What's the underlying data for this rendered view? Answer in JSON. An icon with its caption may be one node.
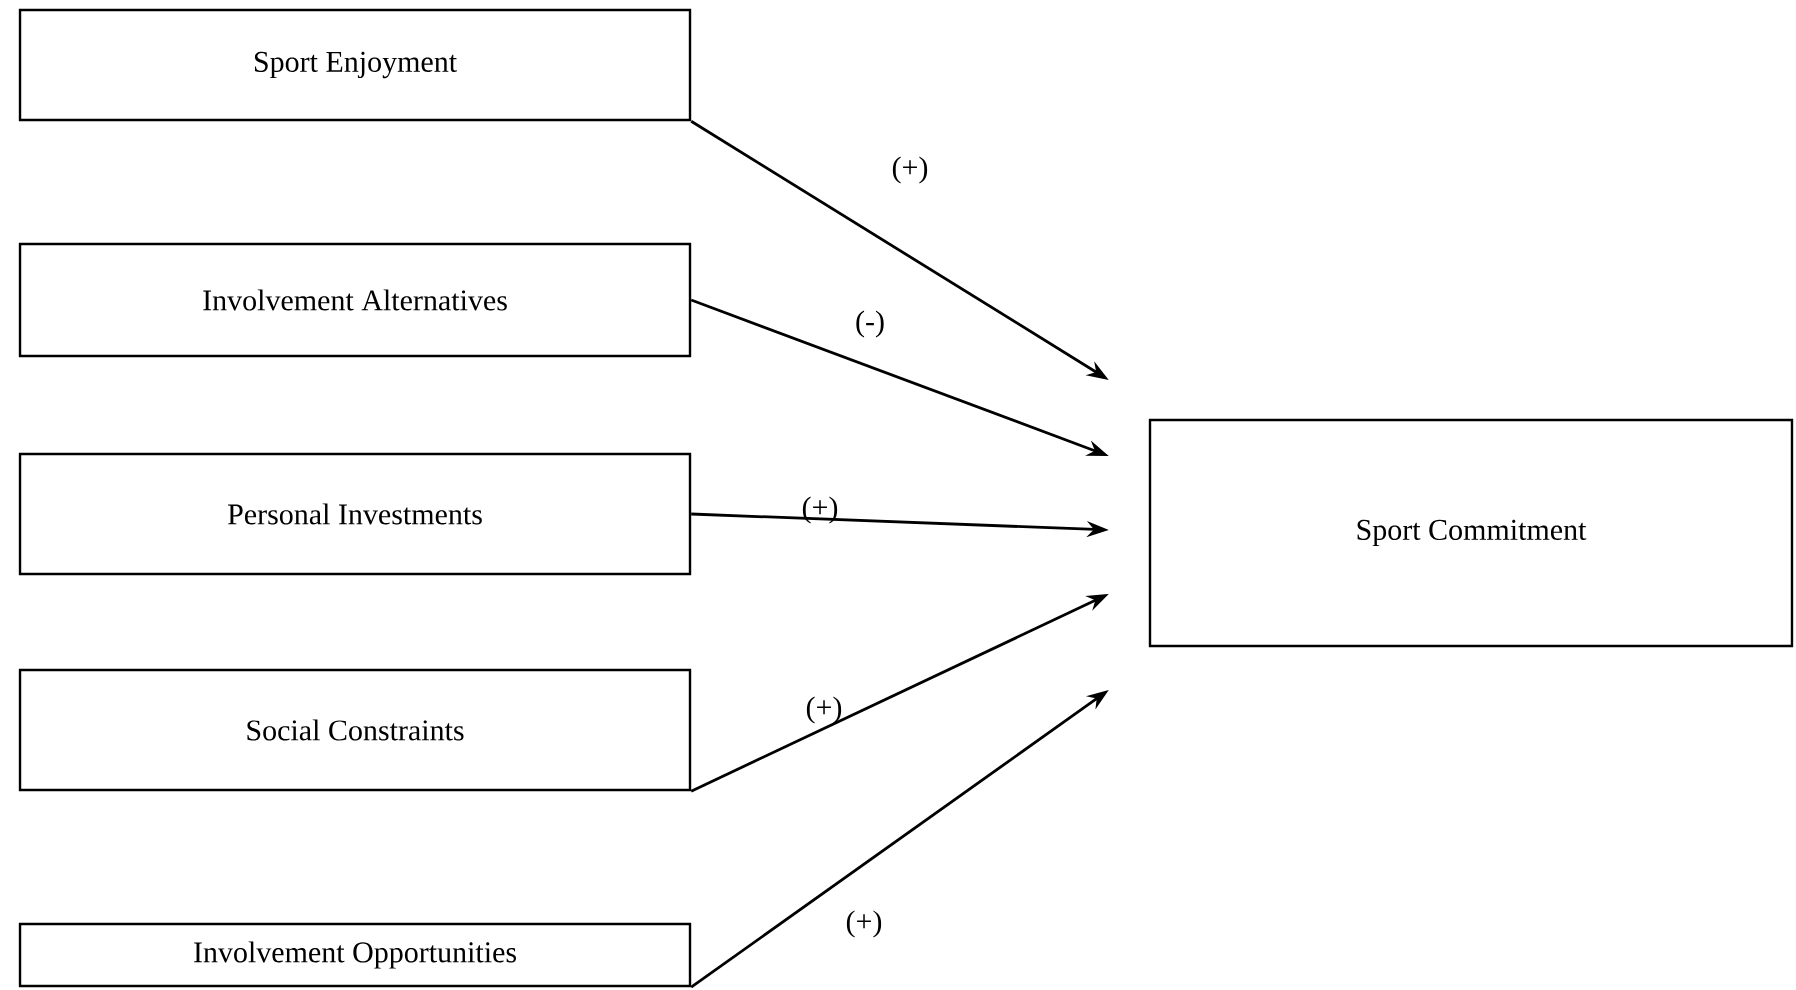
{
  "diagram": {
    "nodes": [
      {
        "text": [
          "Sport Enjoyment"
        ]
      },
      {
        "text": [
          "Involvement Alternatives"
        ]
      },
      {
        "text": [
          "Personal Investments"
        ]
      },
      {
        "text": [
          "Social Constraints"
        ]
      },
      {
        "text": [
          "Involvement Opportunities"
        ]
      },
      {
        "text": [
          "Sport Commitment"
        ]
      }
    ],
    "edges": [
      {
        "from": 0,
        "to": 5,
        "arrow": "to",
        "label": "(+)"
      },
      {
        "from": 1,
        "to": 5,
        "arrow": "to",
        "label": "(-)"
      },
      {
        "from": 2,
        "to": 5,
        "arrow": "to",
        "label": "(+)"
      },
      {
        "from": 3,
        "to": 5,
        "arrow": "to",
        "label": "(+)"
      },
      {
        "from": 4,
        "to": 5,
        "arrow": "to",
        "label": "(+)"
      }
    ]
  }
}
